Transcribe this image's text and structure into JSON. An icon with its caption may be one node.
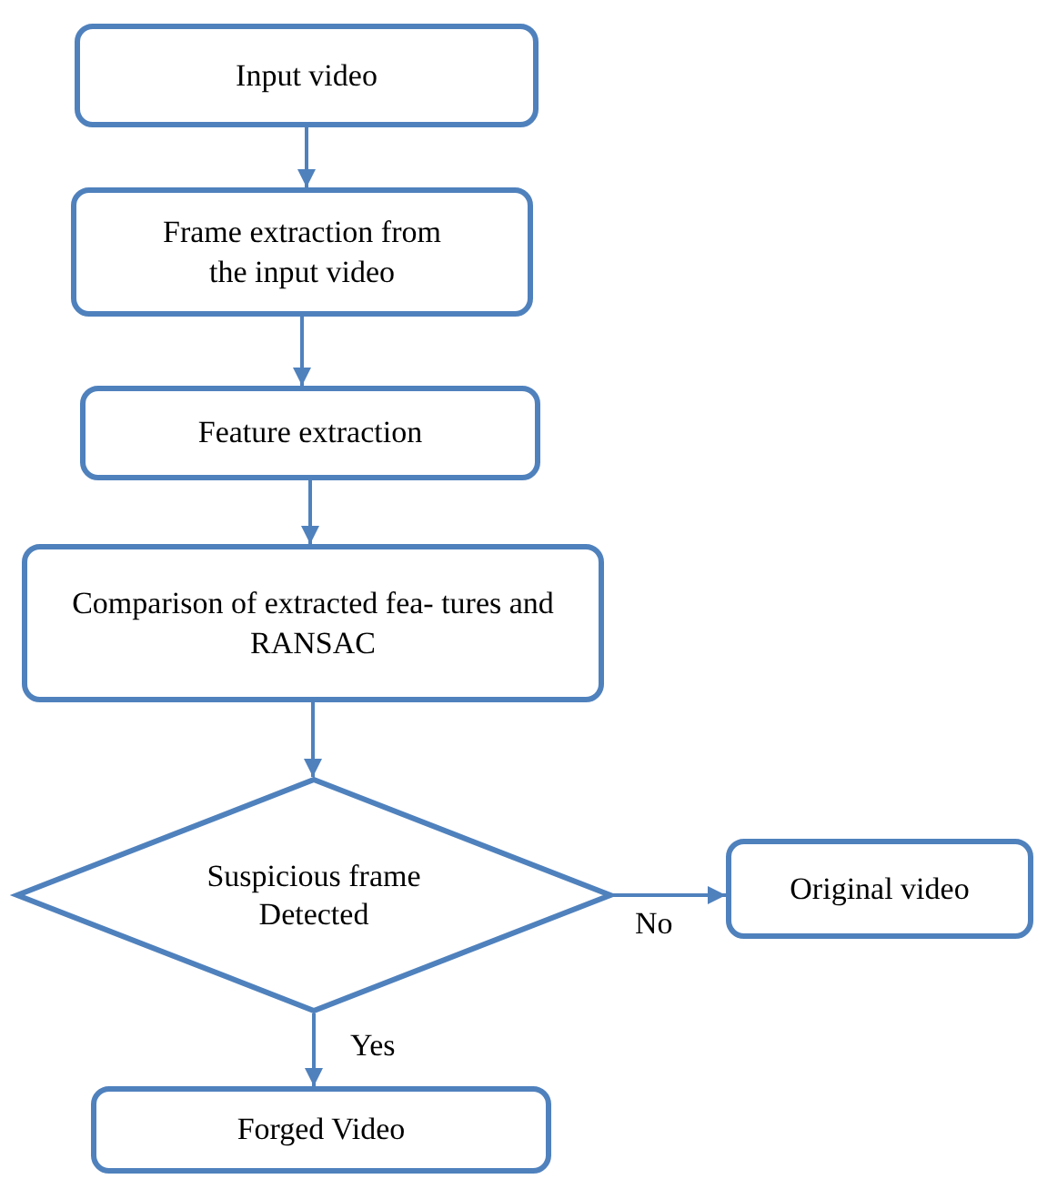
{
  "diagram": {
    "nodes": [
      {
        "text": [
          "Input video"
        ]
      },
      {
        "text": [
          "Frame extraction from the input video"
        ]
      },
      {
        "text": [
          "Feature extraction"
        ]
      },
      {
        "text": [
          "Comparison of extracted fea- tures and RANSAC"
        ]
      },
      {
        "text": [
          "Suspicious frame Detected"
        ]
      },
      {
        "text": [
          "Original video"
        ]
      },
      {
        "text": [
          "Forged Video"
        ]
      }
    ],
    "edges": [
      {
        "from": 0,
        "to": 1,
        "arrow": "to"
      },
      {
        "from": 1,
        "to": 2,
        "arrow": "to"
      },
      {
        "from": 2,
        "to": 3,
        "arrow": "to"
      },
      {
        "from": 3,
        "to": 4,
        "arrow": "to"
      },
      {
        "from": 4,
        "to": 5,
        "arrow": "to",
        "label": "No"
      },
      {
        "from": 4,
        "to": 6,
        "arrow": "to",
        "label": "Yes"
      }
    ]
  }
}
